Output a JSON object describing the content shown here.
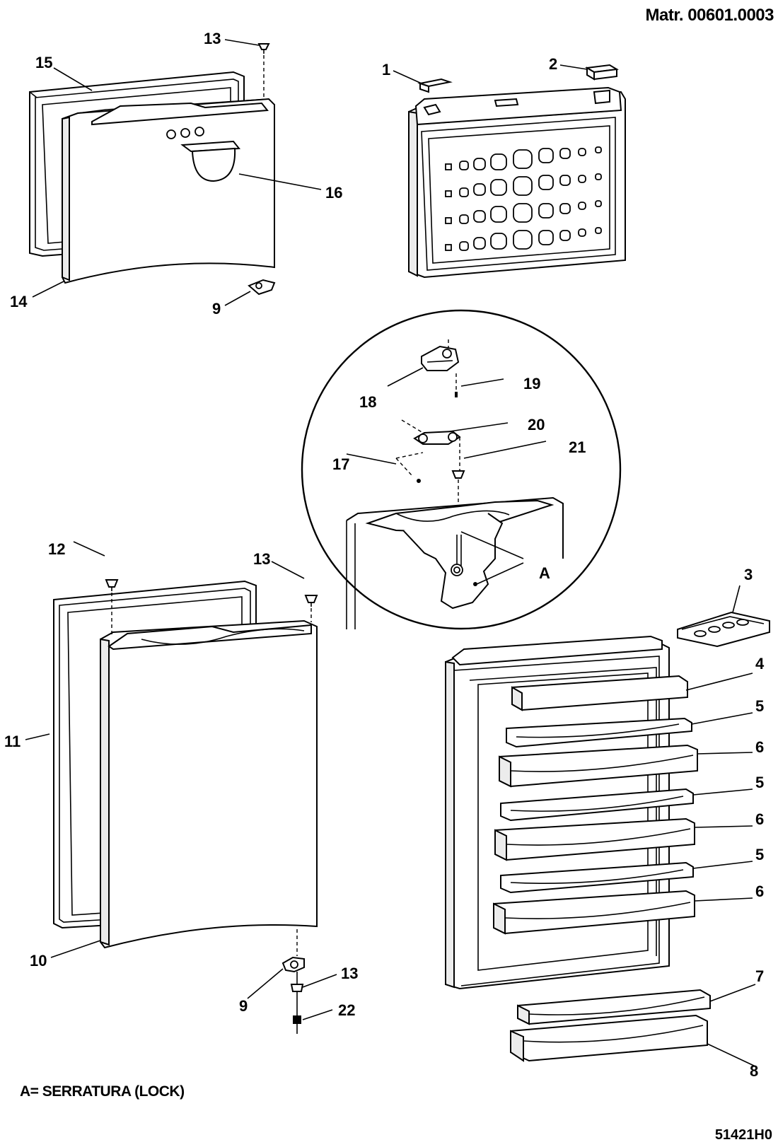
{
  "header": {
    "matricola": "Matr. 00601.0003"
  },
  "footer": {
    "legend": "A= SERRATURA (LOCK)",
    "drawing_code": "51421H0"
  },
  "callouts": {
    "c1": "1",
    "c2": "2",
    "c3": "3",
    "c4": "4",
    "c5a": "5",
    "c5b": "5",
    "c5c": "5",
    "c6a": "6",
    "c6b": "6",
    "c6c": "6",
    "c7": "7",
    "c8": "8",
    "c9a": "9",
    "c9b": "9",
    "c10": "10",
    "c11": "11",
    "c12": "12",
    "c13a": "13",
    "c13b": "13",
    "c13c": "13",
    "c14": "14",
    "c15": "15",
    "c16": "16",
    "c17": "17",
    "c18": "18",
    "c19": "19",
    "c20": "20",
    "c21": "21",
    "c22": "22",
    "cA": "A"
  }
}
